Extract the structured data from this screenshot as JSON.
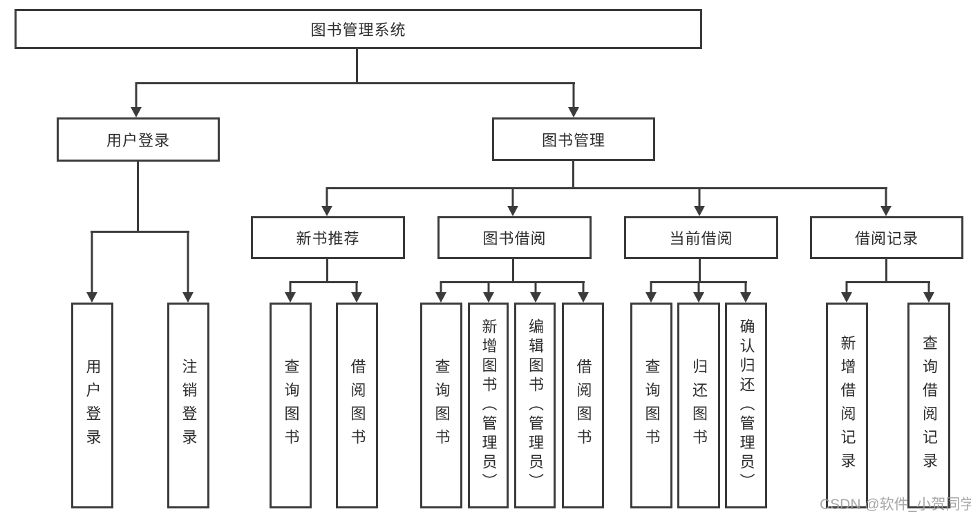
{
  "nodes": {
    "root": {
      "label": "图书管理系统"
    },
    "l2": [
      {
        "label": "用户登录"
      },
      {
        "label": "图书管理"
      }
    ],
    "l3": [
      {
        "label": "新书推荐"
      },
      {
        "label": "图书借阅"
      },
      {
        "label": "当前借阅"
      },
      {
        "label": "借阅记录"
      }
    ],
    "leaves": [
      {
        "label": "用户登录"
      },
      {
        "label": "注销登录"
      },
      {
        "label": "查询图书"
      },
      {
        "label": "借阅图书"
      },
      {
        "label": "查询图书"
      },
      {
        "label": "新增图书（管理员）"
      },
      {
        "label": "编辑图书（管理员）"
      },
      {
        "label": "借阅图书"
      },
      {
        "label": "查询图书"
      },
      {
        "label": "归还图书"
      },
      {
        "label": "确认归还（管理员）"
      },
      {
        "label": "新增借阅记录"
      },
      {
        "label": "查询借阅记录"
      }
    ]
  },
  "hierarchy": {
    "图书管理系统": [
      "用户登录",
      "图书管理"
    ],
    "用户登录": [
      "用户登录",
      "注销登录"
    ],
    "图书管理": [
      "新书推荐",
      "图书借阅",
      "当前借阅",
      "借阅记录"
    ],
    "新书推荐": [
      "查询图书",
      "借阅图书"
    ],
    "图书借阅": [
      "查询图书",
      "新增图书（管理员）",
      "编辑图书（管理员）",
      "借阅图书"
    ],
    "当前借阅": [
      "查询图书",
      "归还图书",
      "确认归还（管理员）"
    ],
    "借阅记录": [
      "新增借阅记录",
      "查询借阅记录"
    ]
  },
  "watermark": "CSDN @软件_小贺同学",
  "colors": {
    "line": "#3b3b3b",
    "text": "#2d2d2d",
    "watermark_text": "#9e9e9e",
    "background": "#ffffff"
  }
}
